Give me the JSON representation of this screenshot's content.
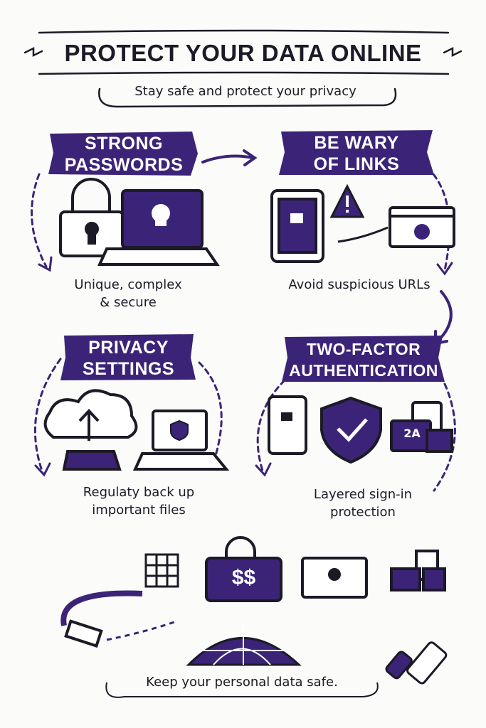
{
  "header": {
    "title": "PROTECT YOUR DATA ONLINE",
    "subtitle": "Stay safe and protect your privacy"
  },
  "sections": [
    {
      "title_line1": "STRONG",
      "title_line2": "PASSWORDS",
      "caption_line1": "Unique, complex",
      "caption_line2": "& secure",
      "icons": [
        "padlock-icon",
        "laptop-skull-icon"
      ]
    },
    {
      "title_line1": "BE WARY",
      "title_line2": "OF LINKS",
      "caption_line1": "Avoid suspicious URLs",
      "caption_line2": "",
      "icons": [
        "phone-lock-icon",
        "warning-icon",
        "browser-window-icon"
      ]
    },
    {
      "title_line1": "PRIVACY",
      "title_line2": "SETTINGS",
      "caption_line1": "Regulaty back up",
      "caption_line2": "important files",
      "icons": [
        "cloud-upload-icon",
        "hard-drive-icon",
        "laptop-shield-icon"
      ]
    },
    {
      "title_line1": "TWO-FACTOR",
      "title_line2": "AUTHENTICATION",
      "caption_line1": "Layered sign-in",
      "caption_line2": "protection",
      "icons": [
        "phone-lock-icon",
        "shield-check-icon",
        "monitor-2fa-icon"
      ],
      "badge": "2A"
    }
  ],
  "footer": {
    "money_label": "$$",
    "caption": "Keep your personal data safe.",
    "icons": [
      "keypad-icon",
      "money-lock-icon",
      "monitor-skull-icon",
      "devices-icon",
      "usb-cable-icon",
      "globe-icon",
      "usb-drive-icon"
    ]
  },
  "colors": {
    "accent": "#3b2478",
    "ink": "#1c1a26",
    "background": "#fbfbfa"
  }
}
